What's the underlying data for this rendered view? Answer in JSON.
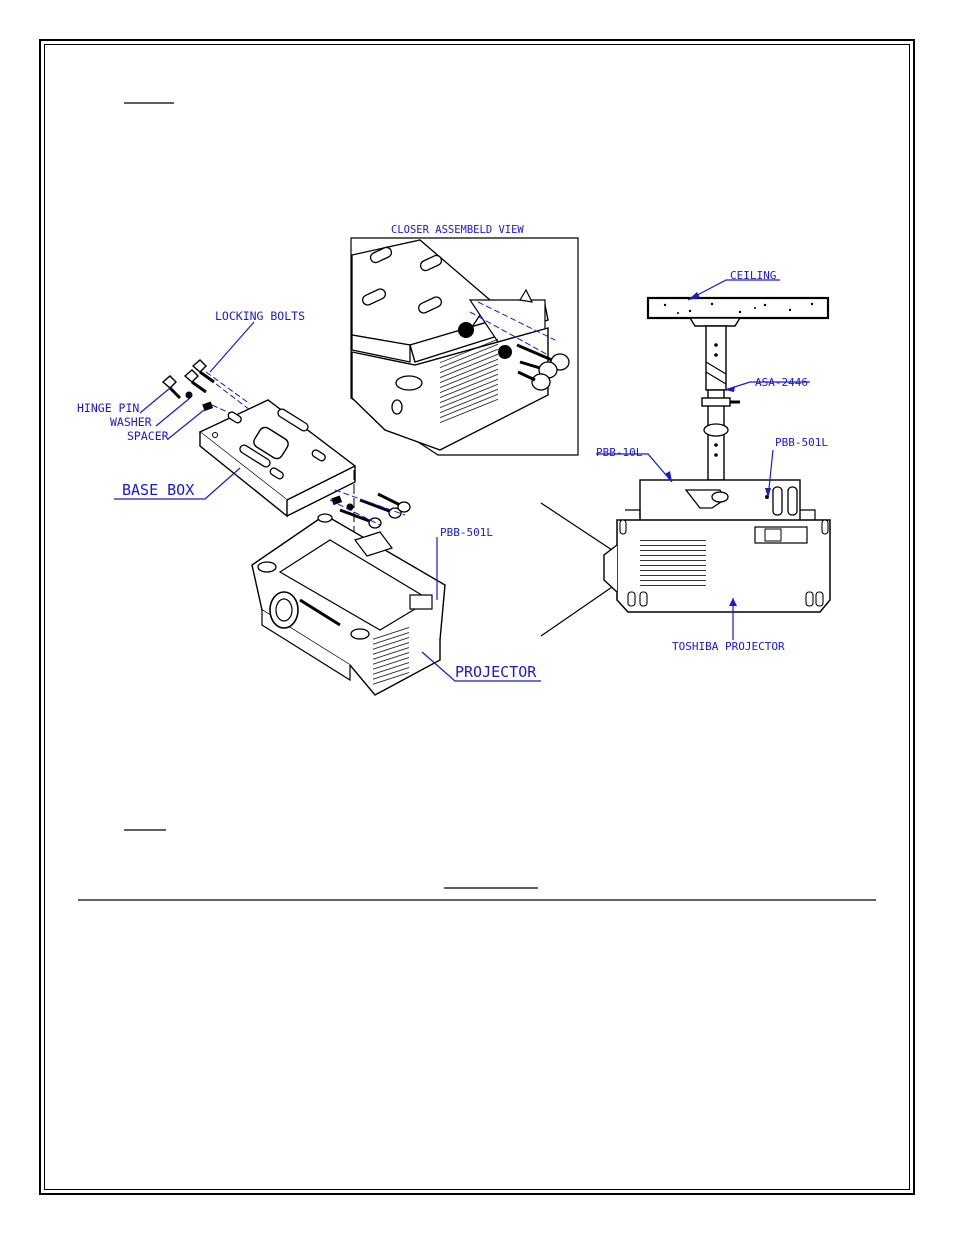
{
  "colors": {
    "label_blue": "#1a1acc",
    "line_black": "#000000"
  },
  "closer_view": {
    "title": "CLOSER ASSEMBELD VIEW"
  },
  "exploded": {
    "locking_bolts": "LOCKING BOLTS",
    "hinge_pin": "HINGE PIN",
    "washer": "WASHER",
    "spacer": "SPACER",
    "base_box": "BASE BOX",
    "bracket": "PBB-501L",
    "projector": "PROJECTOR"
  },
  "mounted": {
    "ceiling": "CEILING",
    "pole": "ASA-2446",
    "adapter": "PBB-10L",
    "bracket": "PBB-501L",
    "projector": "TOSHIBA PROJECTOR"
  }
}
